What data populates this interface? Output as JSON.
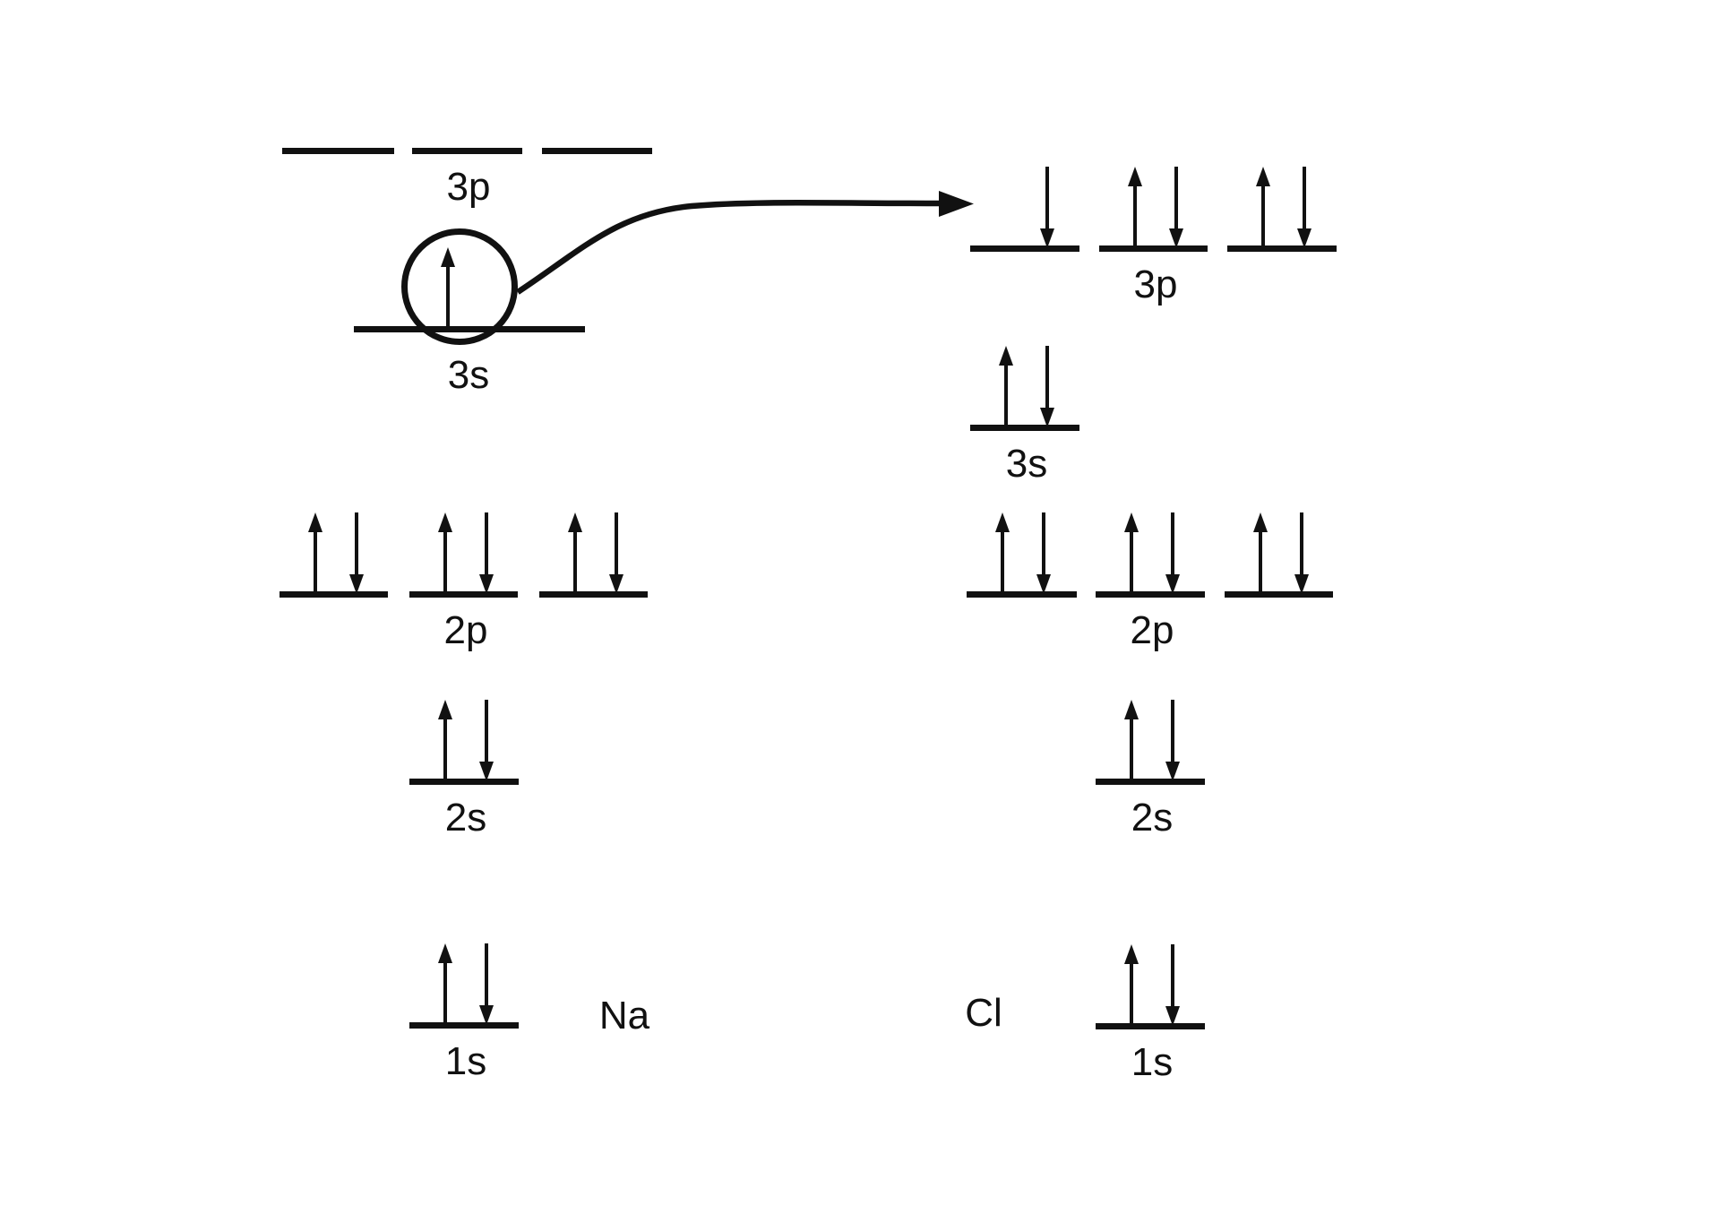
{
  "canvas": {
    "background": "#ffffff",
    "ink": "#111111"
  },
  "diagram": {
    "atoms": [
      {
        "element_label": "Na",
        "levels": [
          {
            "name": "3p",
            "orbitals": [
              [],
              [],
              []
            ]
          },
          {
            "name": "3s",
            "orbitals": [
              [
                "up"
              ]
            ],
            "highlight_circled": true
          },
          {
            "name": "2p",
            "orbitals": [
              [
                "up",
                "down"
              ],
              [
                "up",
                "down"
              ],
              [
                "up",
                "down"
              ]
            ]
          },
          {
            "name": "2s",
            "orbitals": [
              [
                "up",
                "down"
              ]
            ]
          },
          {
            "name": "1s",
            "orbitals": [
              [
                "up",
                "down"
              ]
            ]
          }
        ]
      },
      {
        "element_label": "Cl",
        "levels": [
          {
            "name": "3p",
            "orbitals": [
              [
                "down"
              ],
              [
                "up",
                "down"
              ],
              [
                "up",
                "down"
              ]
            ]
          },
          {
            "name": "3s",
            "orbitals": [
              [
                "up",
                "down"
              ]
            ]
          },
          {
            "name": "2p",
            "orbitals": [
              [
                "up",
                "down"
              ],
              [
                "up",
                "down"
              ],
              [
                "up",
                "down"
              ]
            ]
          },
          {
            "name": "2s",
            "orbitals": [
              [
                "up",
                "down"
              ]
            ]
          },
          {
            "name": "1s",
            "orbitals": [
              [
                "up",
                "down"
              ]
            ]
          }
        ]
      }
    ],
    "transfer_arrow": {
      "from_level": "3s",
      "to_level": "3p"
    }
  }
}
